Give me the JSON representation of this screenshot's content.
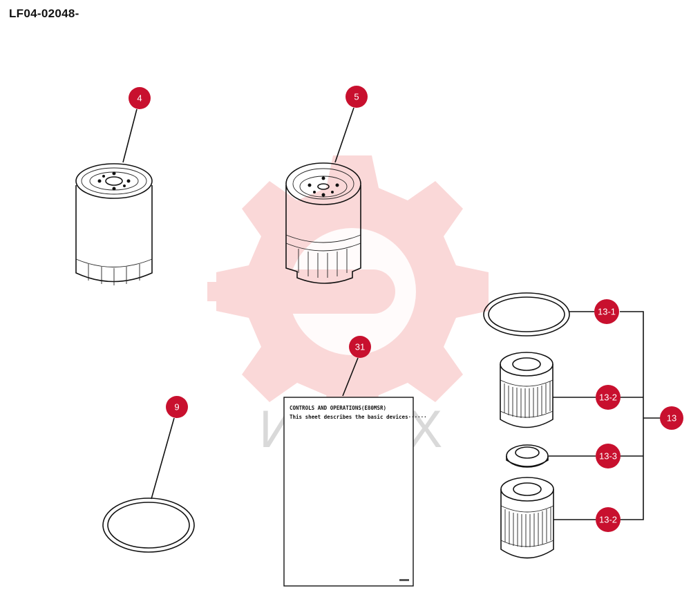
{
  "title": "LF04-02048-",
  "callout_color": "#c8102e",
  "watermark": {
    "text": "ИНТЕХ",
    "color": "#f3a6a6"
  },
  "document": {
    "line1": "CONTROLS AND OPERATIONS(E80MSR)",
    "line2": "This sheet describes the basic devices······"
  },
  "callouts": [
    {
      "id": "4",
      "label": "4"
    },
    {
      "id": "5",
      "label": "5"
    },
    {
      "id": "9",
      "label": "9"
    },
    {
      "id": "31",
      "label": "31"
    },
    {
      "id": "13-1",
      "label": "13-1"
    },
    {
      "id": "13-2a",
      "label": "13-2"
    },
    {
      "id": "13-3",
      "label": "13-3"
    },
    {
      "id": "13-2b",
      "label": "13-2"
    },
    {
      "id": "13",
      "label": "13"
    }
  ]
}
